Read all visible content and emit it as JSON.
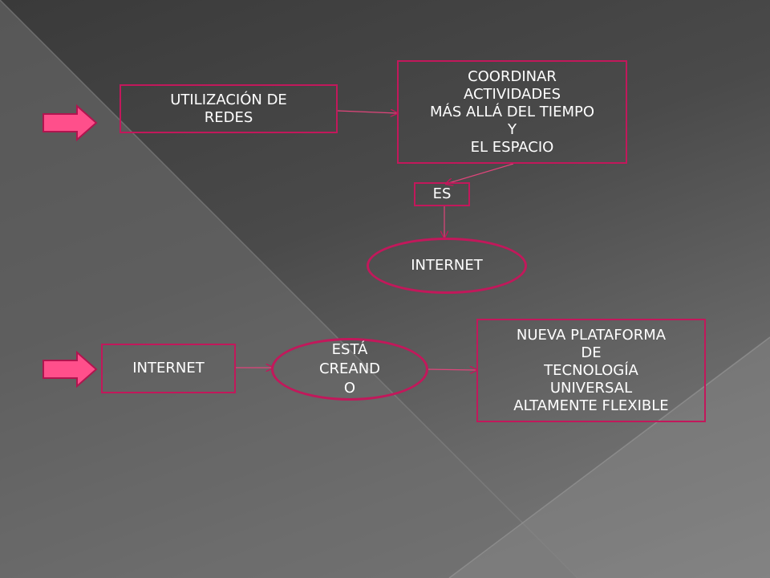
{
  "colors": {
    "accent": "#c2185b",
    "arrow_fill": "#ff4f8b",
    "text": "#ffffff"
  },
  "nodes": {
    "utilizacion": "UTILIZACIÓN DE\nREDES",
    "coordinar": "COORDINAR\nACTIVIDADES\nMÁS ALLÁ DEL TIEMPO\nY\nEL ESPACIO",
    "es": "ES",
    "internet_top": "INTERNET",
    "internet_bottom": "INTERNET",
    "esta_creando": "ESTÁ\nCREAND\nO",
    "nueva_plataforma": "NUEVA PLATAFORMA\nDE\nTECNOLOGÍA\nUNIVERSAL\nALTAMENTE FLEXIBLE"
  },
  "icons": [
    "right-arrow-icon",
    "right-arrow-icon"
  ]
}
